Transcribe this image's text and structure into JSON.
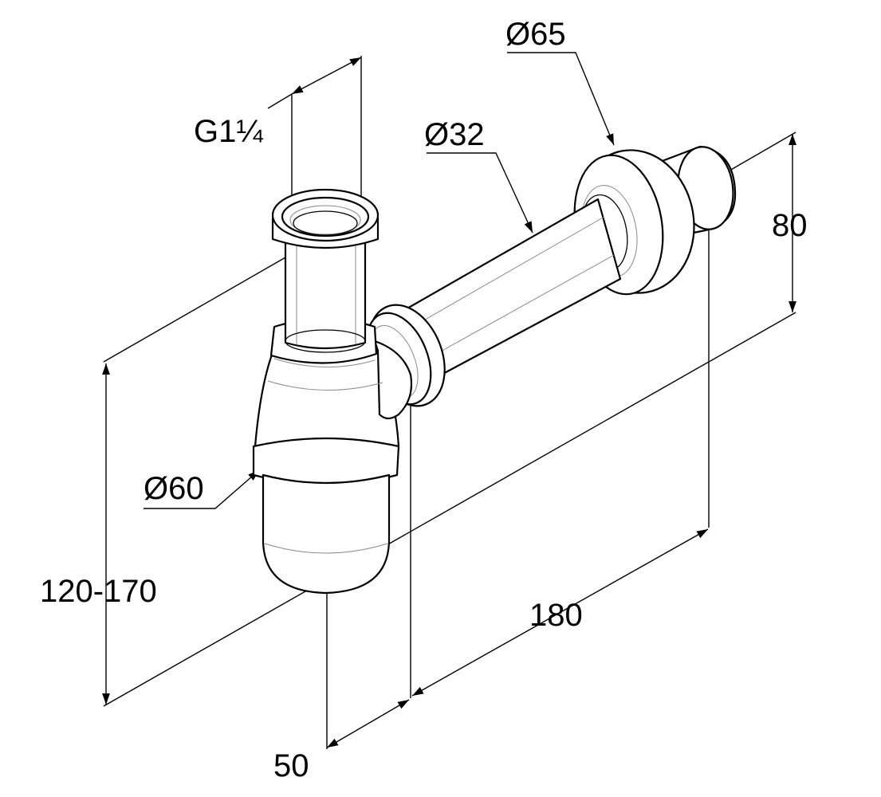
{
  "diagram": {
    "labels": {
      "inlet_thread": "G1¼",
      "wall_pipe_diameter": "Ø32",
      "rosette_diameter": "Ø65",
      "wall_height": "80",
      "trap_diameter": "Ø60",
      "height_range": "120-170",
      "wall_distance": "180",
      "trap_offset": "50"
    },
    "colors": {
      "line": "#000000",
      "fill": "#ffffff",
      "shade": "#8a8a8a"
    }
  }
}
